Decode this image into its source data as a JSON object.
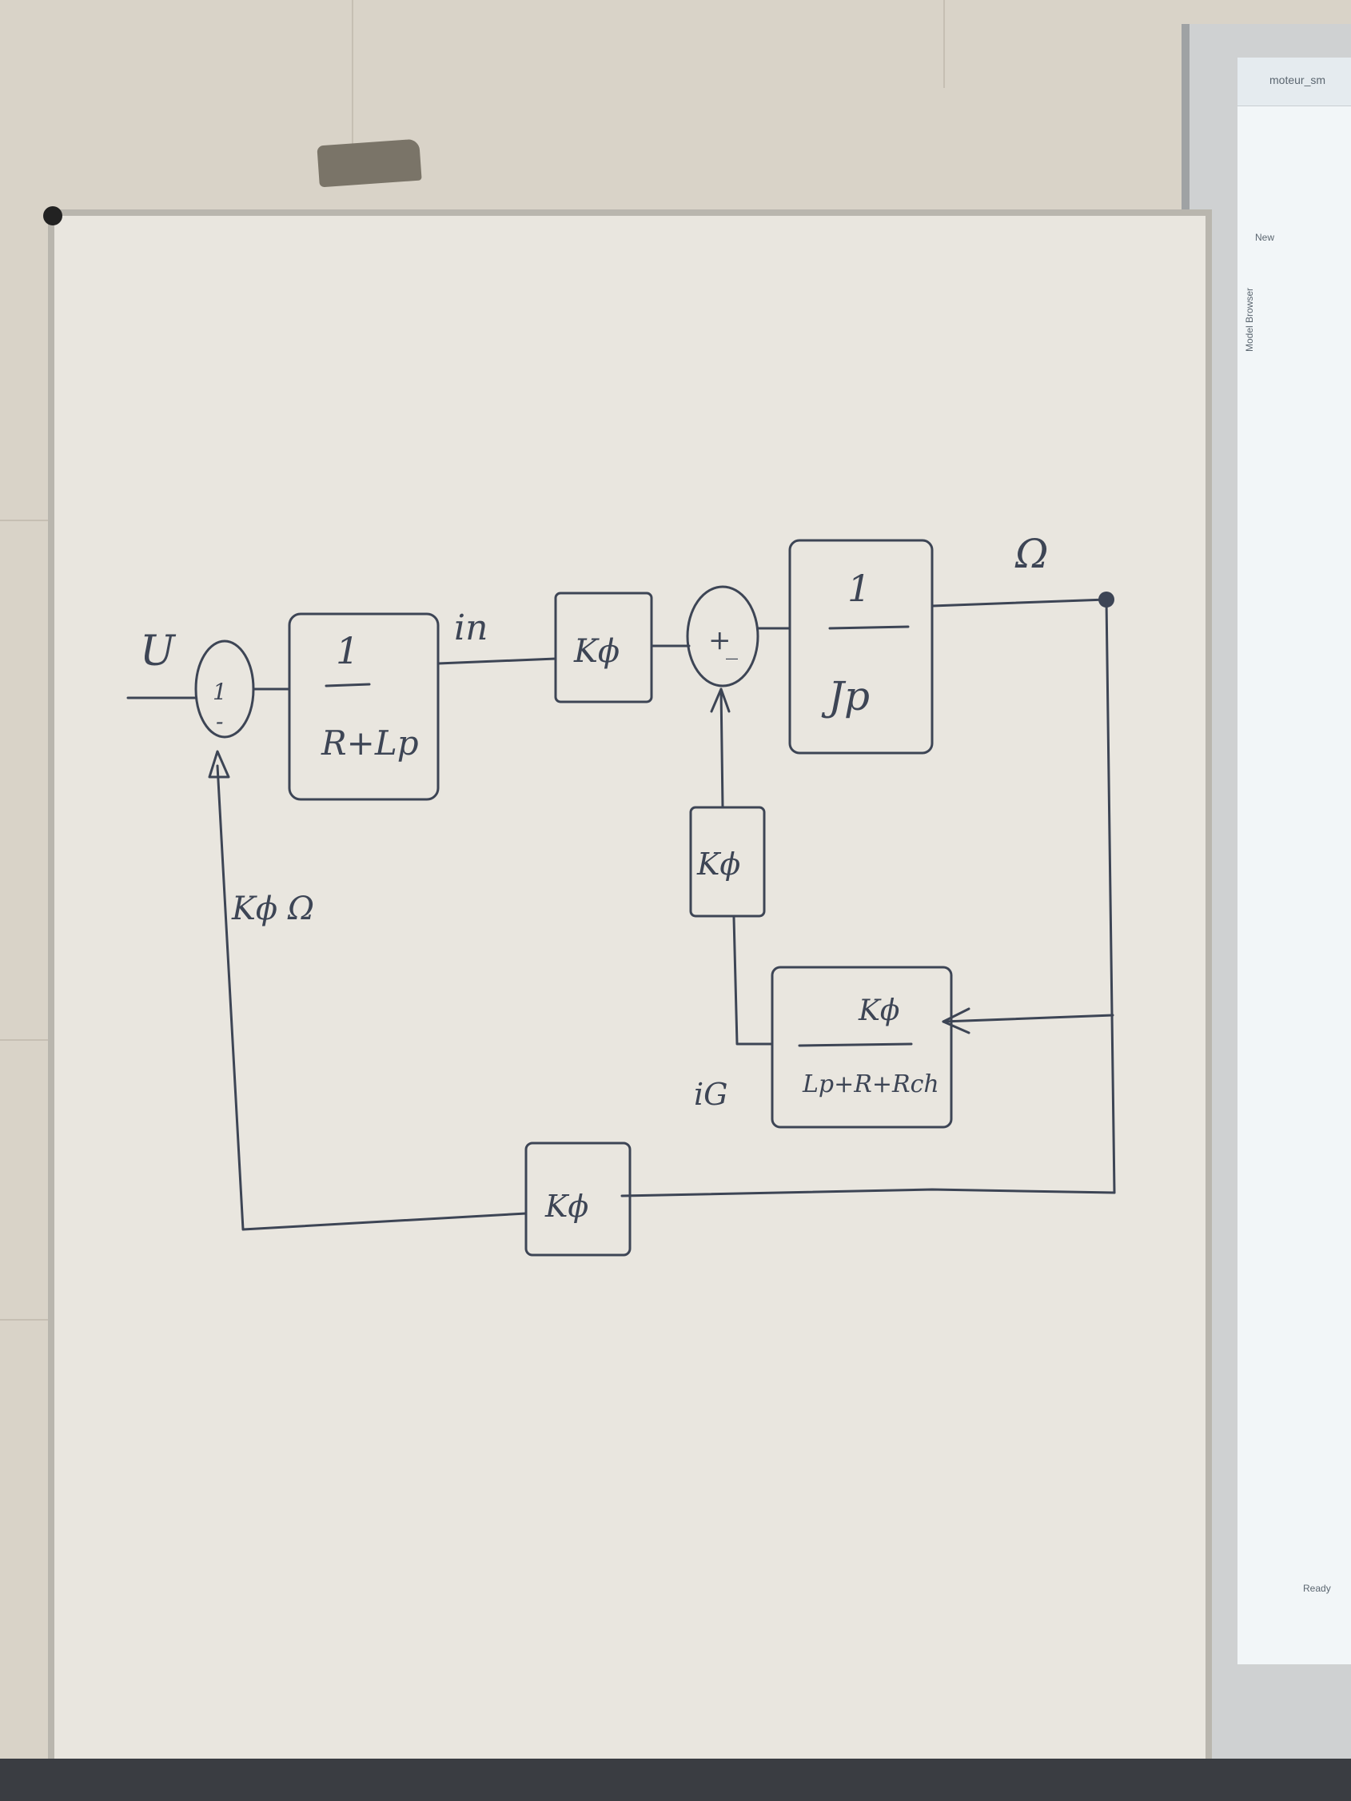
{
  "diagram": {
    "input_label": "U",
    "sum1": {
      "sign_top": "1",
      "sign_bottom": "-"
    },
    "block_armature": {
      "numerator": "1",
      "denominator": "R+Lp"
    },
    "current_label": "in",
    "block_kphi_forward": "Kϕ",
    "sum2": {
      "sign_plus": "+",
      "sign_minus": "_"
    },
    "block_inertia": {
      "numerator": "1",
      "denominator": "Jp"
    },
    "output_label": "Ω",
    "block_kphi_load": "Kϕ",
    "block_generator": {
      "numerator": "Kϕ",
      "denominator": "Lp+R+Rch"
    },
    "generator_current_label": "iG",
    "block_kphi_feedback": "Kϕ",
    "feedback_label": "Kϕ Ω"
  },
  "screen": {
    "window_title": "moteur_sm",
    "new_label": "New",
    "model_browser": "Model Browser",
    "status": "Ready"
  },
  "colors": {
    "ink": "#3d4555",
    "board": "#e9e6df",
    "wall": "#d9d3c8"
  }
}
